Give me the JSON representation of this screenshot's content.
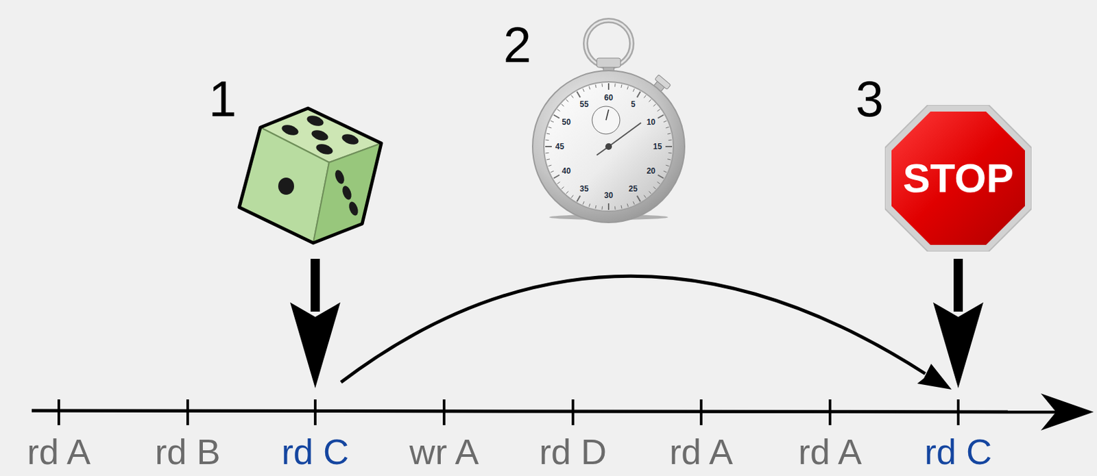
{
  "diagram": {
    "nodes": [
      {
        "text": [
          "STOP"
        ]
      }
    ],
    "labels": [
      "1",
      "2",
      "3",
      "60",
      "5",
      "10",
      "15",
      "20",
      "25",
      "30",
      "35",
      "40",
      "45",
      "50",
      "55",
      "rd A",
      "rd B",
      "rd C",
      "wr A",
      "rd D",
      "rd A",
      "rd A",
      "rd C"
    ]
  }
}
